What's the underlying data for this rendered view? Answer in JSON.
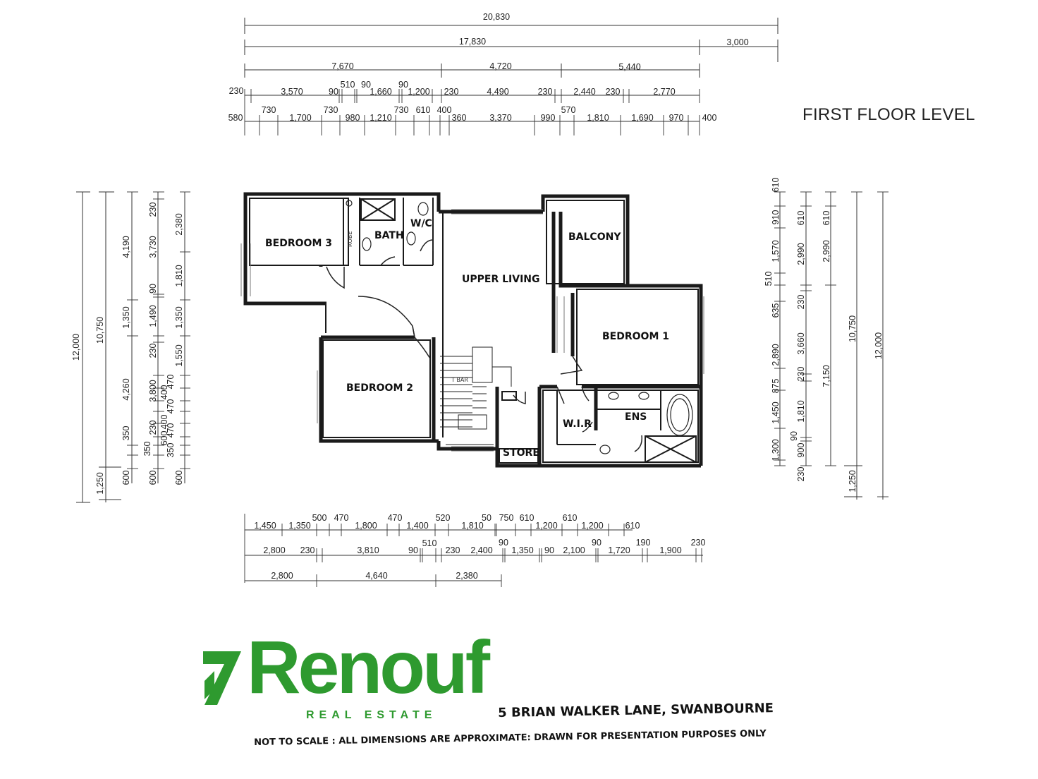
{
  "title": "FIRST FLOOR LEVEL",
  "brand": {
    "name": "Renouf",
    "tagline": "REAL ESTATE",
    "color": "#2e9a2f"
  },
  "address": "5  BRIAN WALKER LANE, SWANBOURNE",
  "disclaimer": "NOT TO SCALE : ALL DIMENSIONS ARE APPROXIMATE: DRAWN FOR PRESENTATION PURPOSES ONLY",
  "rooms": {
    "bedroom3": "BEDROOM 3",
    "bath": "BATH",
    "wc": "W/C",
    "robe": "ROBE",
    "upper_living": "UPPER LIVING",
    "balcony": "BALCONY",
    "bedroom1": "BEDROOM 1",
    "bedroom2": "BEDROOM 2",
    "wir": "W.I.R",
    "ens": "ENS",
    "store": "STORE",
    "tbar": "T BAR"
  },
  "dimensions": {
    "top": {
      "row1": [
        "20,830"
      ],
      "row2": [
        "17,830",
        "3,000"
      ],
      "row3": [
        "7,670",
        "4,720",
        "5,440"
      ],
      "row4": [
        "230",
        "3,570",
        "90",
        "510",
        "90",
        "1,660",
        "90",
        "1,200",
        "230",
        "4,490",
        "230",
        "2,440",
        "230",
        "2,770"
      ],
      "row5": [
        "580",
        "730",
        "1,700",
        "730",
        "980",
        "1,210",
        "730",
        "610",
        "400",
        "360",
        "3,370",
        "990",
        "570",
        "1,810",
        "1,690",
        "970",
        "400"
      ]
    },
    "bottom": {
      "row1": [
        "1,450",
        "1,350",
        "500",
        "470",
        "1,800",
        "470",
        "1,400",
        "520",
        "1,810",
        "50",
        "750",
        "610",
        "1,200",
        "610",
        "1,200",
        "610"
      ],
      "row2": [
        "2,800",
        "230",
        "3,810",
        "90",
        "510",
        "230",
        "2,400",
        "90",
        "1,350",
        "90",
        "2,100",
        "90",
        "1,720",
        "190",
        "1,900",
        "230"
      ],
      "row3": [
        "2,800",
        "4,640",
        "2,380"
      ]
    },
    "left": {
      "col1": [
        "12,000"
      ],
      "col2": [
        "10,750",
        "1,250"
      ],
      "col3": [
        "4,190",
        "1,350",
        "4,260",
        "350",
        "600"
      ],
      "col4": [
        "230",
        "3,730",
        "90",
        "1,490",
        "230",
        "3,800",
        "400",
        "470",
        "600",
        "230",
        "350",
        "600"
      ],
      "col4b": [
        "470",
        "400",
        "470",
        "400",
        "350"
      ],
      "col5": [
        "2,380",
        "1,810",
        "1,350",
        "1,550",
        "600"
      ]
    },
    "right": {
      "col1": [
        "610",
        "910",
        "1,570",
        "510",
        "635",
        "2,890",
        "875",
        "1,450",
        "1,300",
        "230"
      ],
      "col2": [
        "610",
        "2,990",
        "230",
        "3,660",
        "230",
        "1,810",
        "90",
        "900"
      ],
      "col3": [
        "610",
        "2,990",
        "7,150",
        "1,250"
      ],
      "col4": [
        "10,750"
      ],
      "col5": [
        "12,000"
      ]
    }
  }
}
